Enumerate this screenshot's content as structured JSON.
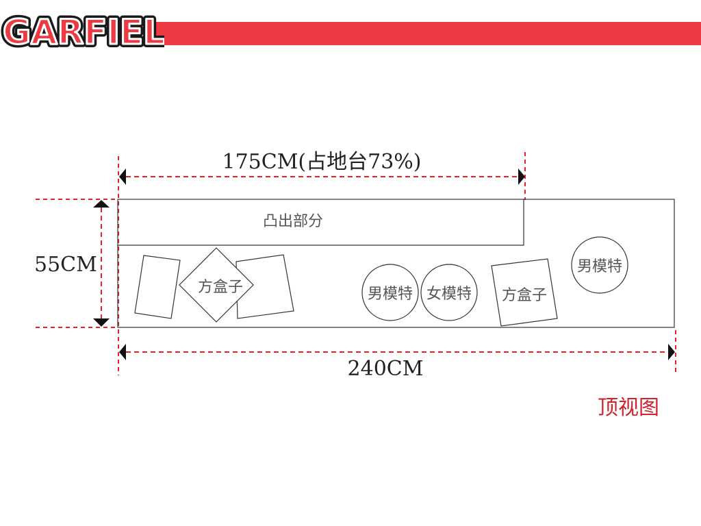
{
  "brand": {
    "logo_text": "GARFIELD",
    "accent_color": "#ee3b43"
  },
  "diagram": {
    "top_width_label": "175CM(占地台73%)",
    "depth_label": "55CM",
    "total_width_label": "240CM",
    "protrusion_label": "凸出部分",
    "items": {
      "box_left": "方盒子",
      "male_model_1": "男模特",
      "female_model": "女模特",
      "box_right": "方盒子",
      "male_model_2": "男模特"
    },
    "view_label": "顶视图",
    "colors": {
      "dimension_line": "#e5222b",
      "outline": "#333333"
    }
  }
}
